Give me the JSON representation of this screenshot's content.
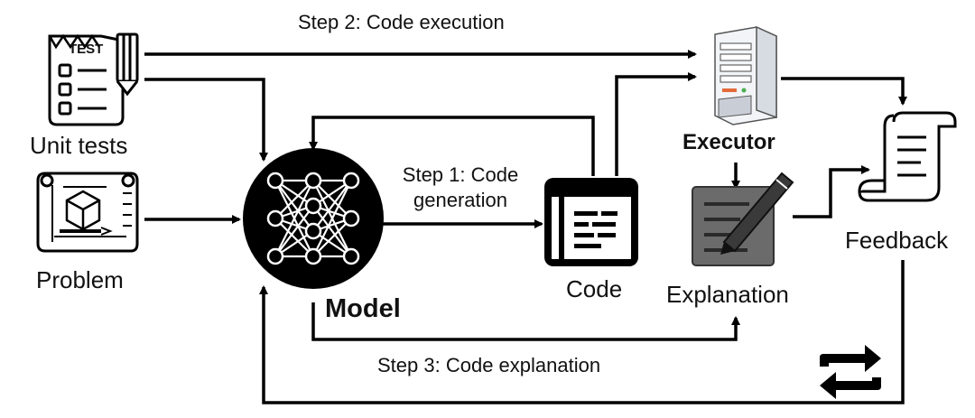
{
  "labels": {
    "step2": "Step 2: Code execution",
    "step1_line1": "Step 1: Code",
    "step1_line2": "generation",
    "step3": "Step 3: Code explanation",
    "unit_tests": "Unit tests",
    "test_badge": "TEST",
    "problem": "Problem",
    "model": "Model",
    "code": "Code",
    "executor": "Executor",
    "explanation": "Explanation",
    "feedback": "Feedback"
  },
  "icons": {
    "unit_tests": "checklist-pencil-icon",
    "problem": "blueprint-cube-icon",
    "model": "neural-network-icon",
    "code": "code-window-icon",
    "executor": "computer-tower-icon",
    "explanation": "notepad-pen-icon",
    "feedback": "scroll-document-icon",
    "loop": "repeat-arrows-icon"
  },
  "colors": {
    "line": "#000000",
    "model_fill": "#000000",
    "notepad_fill": "#6b6b6b"
  }
}
